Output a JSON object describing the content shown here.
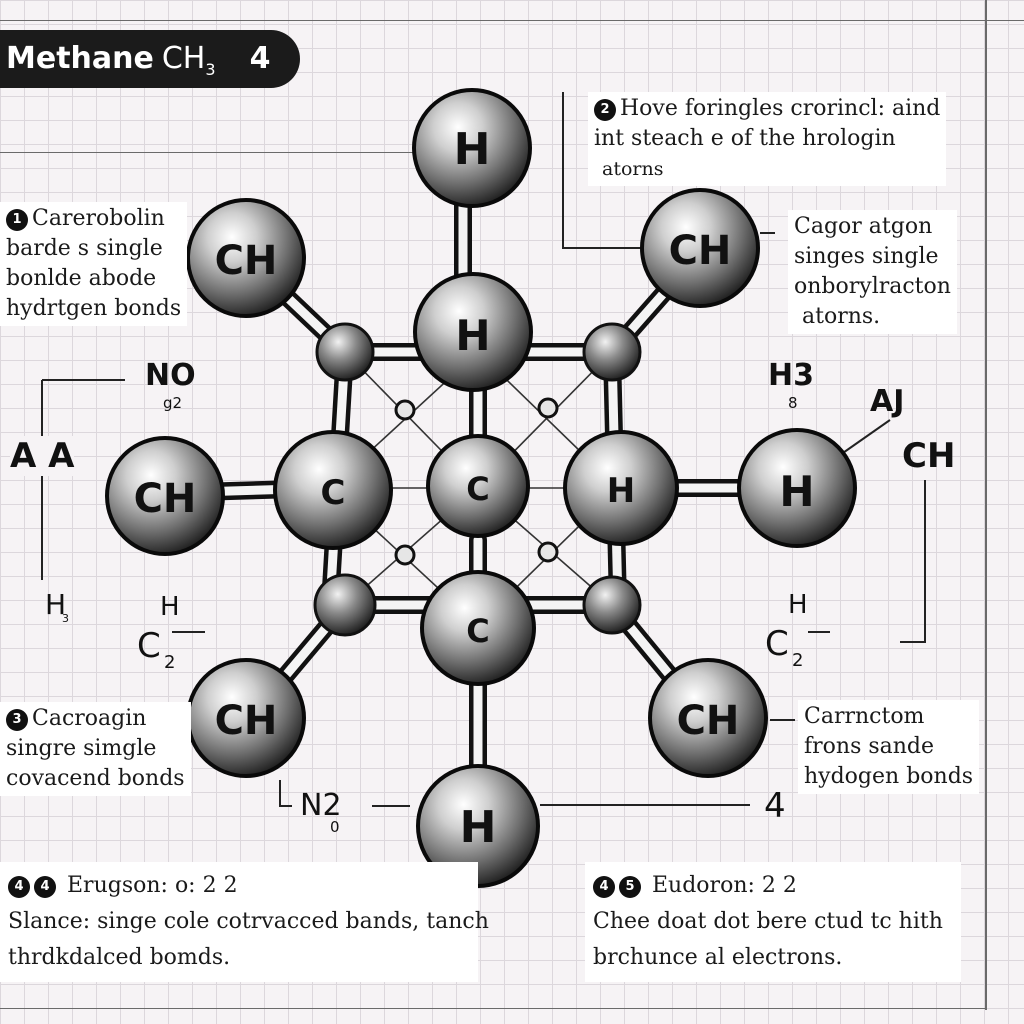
{
  "title": {
    "main": "Methane",
    "formula": "CH",
    "subscript": "3",
    "number": "4"
  },
  "notes": {
    "top_right": {
      "badge": "2",
      "lines": [
        "Hove foringles crorincl: aind",
        "int steach e of  the hrologin",
        "atorns"
      ]
    },
    "left_1": {
      "badge": "1",
      "lines": [
        "Carerobolin",
        "barde s single",
        "bonlde abode",
        "hydrtgen bonds"
      ]
    },
    "right_1": {
      "lines": [
        "Cagor atgon",
        "singes single",
        "onborylracton",
        "atorns."
      ]
    },
    "left_3": {
      "badge": "3",
      "lines": [
        "Cacroagin",
        "singre simgle",
        "covacend bonds"
      ]
    },
    "right_3": {
      "lines": [
        "Carrnctom",
        "frons sande",
        "hydogen bonds"
      ]
    }
  },
  "bottom_left": {
    "badges": [
      "4",
      "4"
    ],
    "heading": "Erugson:  o:  2  2",
    "lines": [
      "Slance: singe cole cotrvacced bands, tanch",
      "thrdkdalced bomds."
    ]
  },
  "bottom_right": {
    "badges": [
      "4",
      "5"
    ],
    "heading": "Eudoron:  2  2",
    "lines": [
      "Chee  doat dot  bere ctud  tc hith",
      "brchunce al electrons."
    ]
  },
  "atoms": {
    "top": "H",
    "center_top": "H",
    "upper_left": "CH",
    "upper_right": "CH",
    "left": "CH",
    "inner_left": "C",
    "center": "C",
    "inner_right": "H",
    "right": "H",
    "lower_center": "C",
    "lower_left": "CH",
    "lower_right": "CH",
    "bottom": "H"
  },
  "labels": {
    "no": "NO",
    "no_sub": "g2",
    "aa": "A A",
    "h_left": "H",
    "h_left_sub": "3",
    "hc_left": "H",
    "c_left": "C",
    "c_left_sub": "2",
    "n2": "N2",
    "n2_sub": "0",
    "h3": "H3",
    "h3_sub": "8",
    "aj": "AJ",
    "ch_right": "CH",
    "hc_right": "H",
    "c_right": "C",
    "c_right_sub": "2",
    "four": "4"
  },
  "colors": {
    "ink": "#111111",
    "pill": "#1b1b1b",
    "paper": "#f6f3f5",
    "grid": "#dcd7dc"
  }
}
